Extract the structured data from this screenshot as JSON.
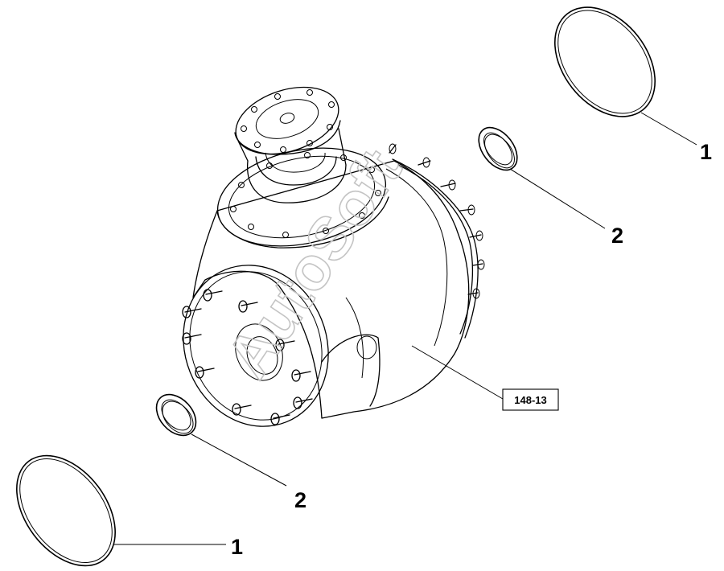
{
  "watermark": "AutoSoft",
  "callouts": [
    {
      "id": "ring-top-right",
      "label": "1"
    },
    {
      "id": "seal-upper",
      "label": "2"
    },
    {
      "id": "seal-lower",
      "label": "2"
    },
    {
      "id": "ring-bottom-left",
      "label": "1"
    }
  ],
  "reference_box": {
    "label": "148-13"
  }
}
